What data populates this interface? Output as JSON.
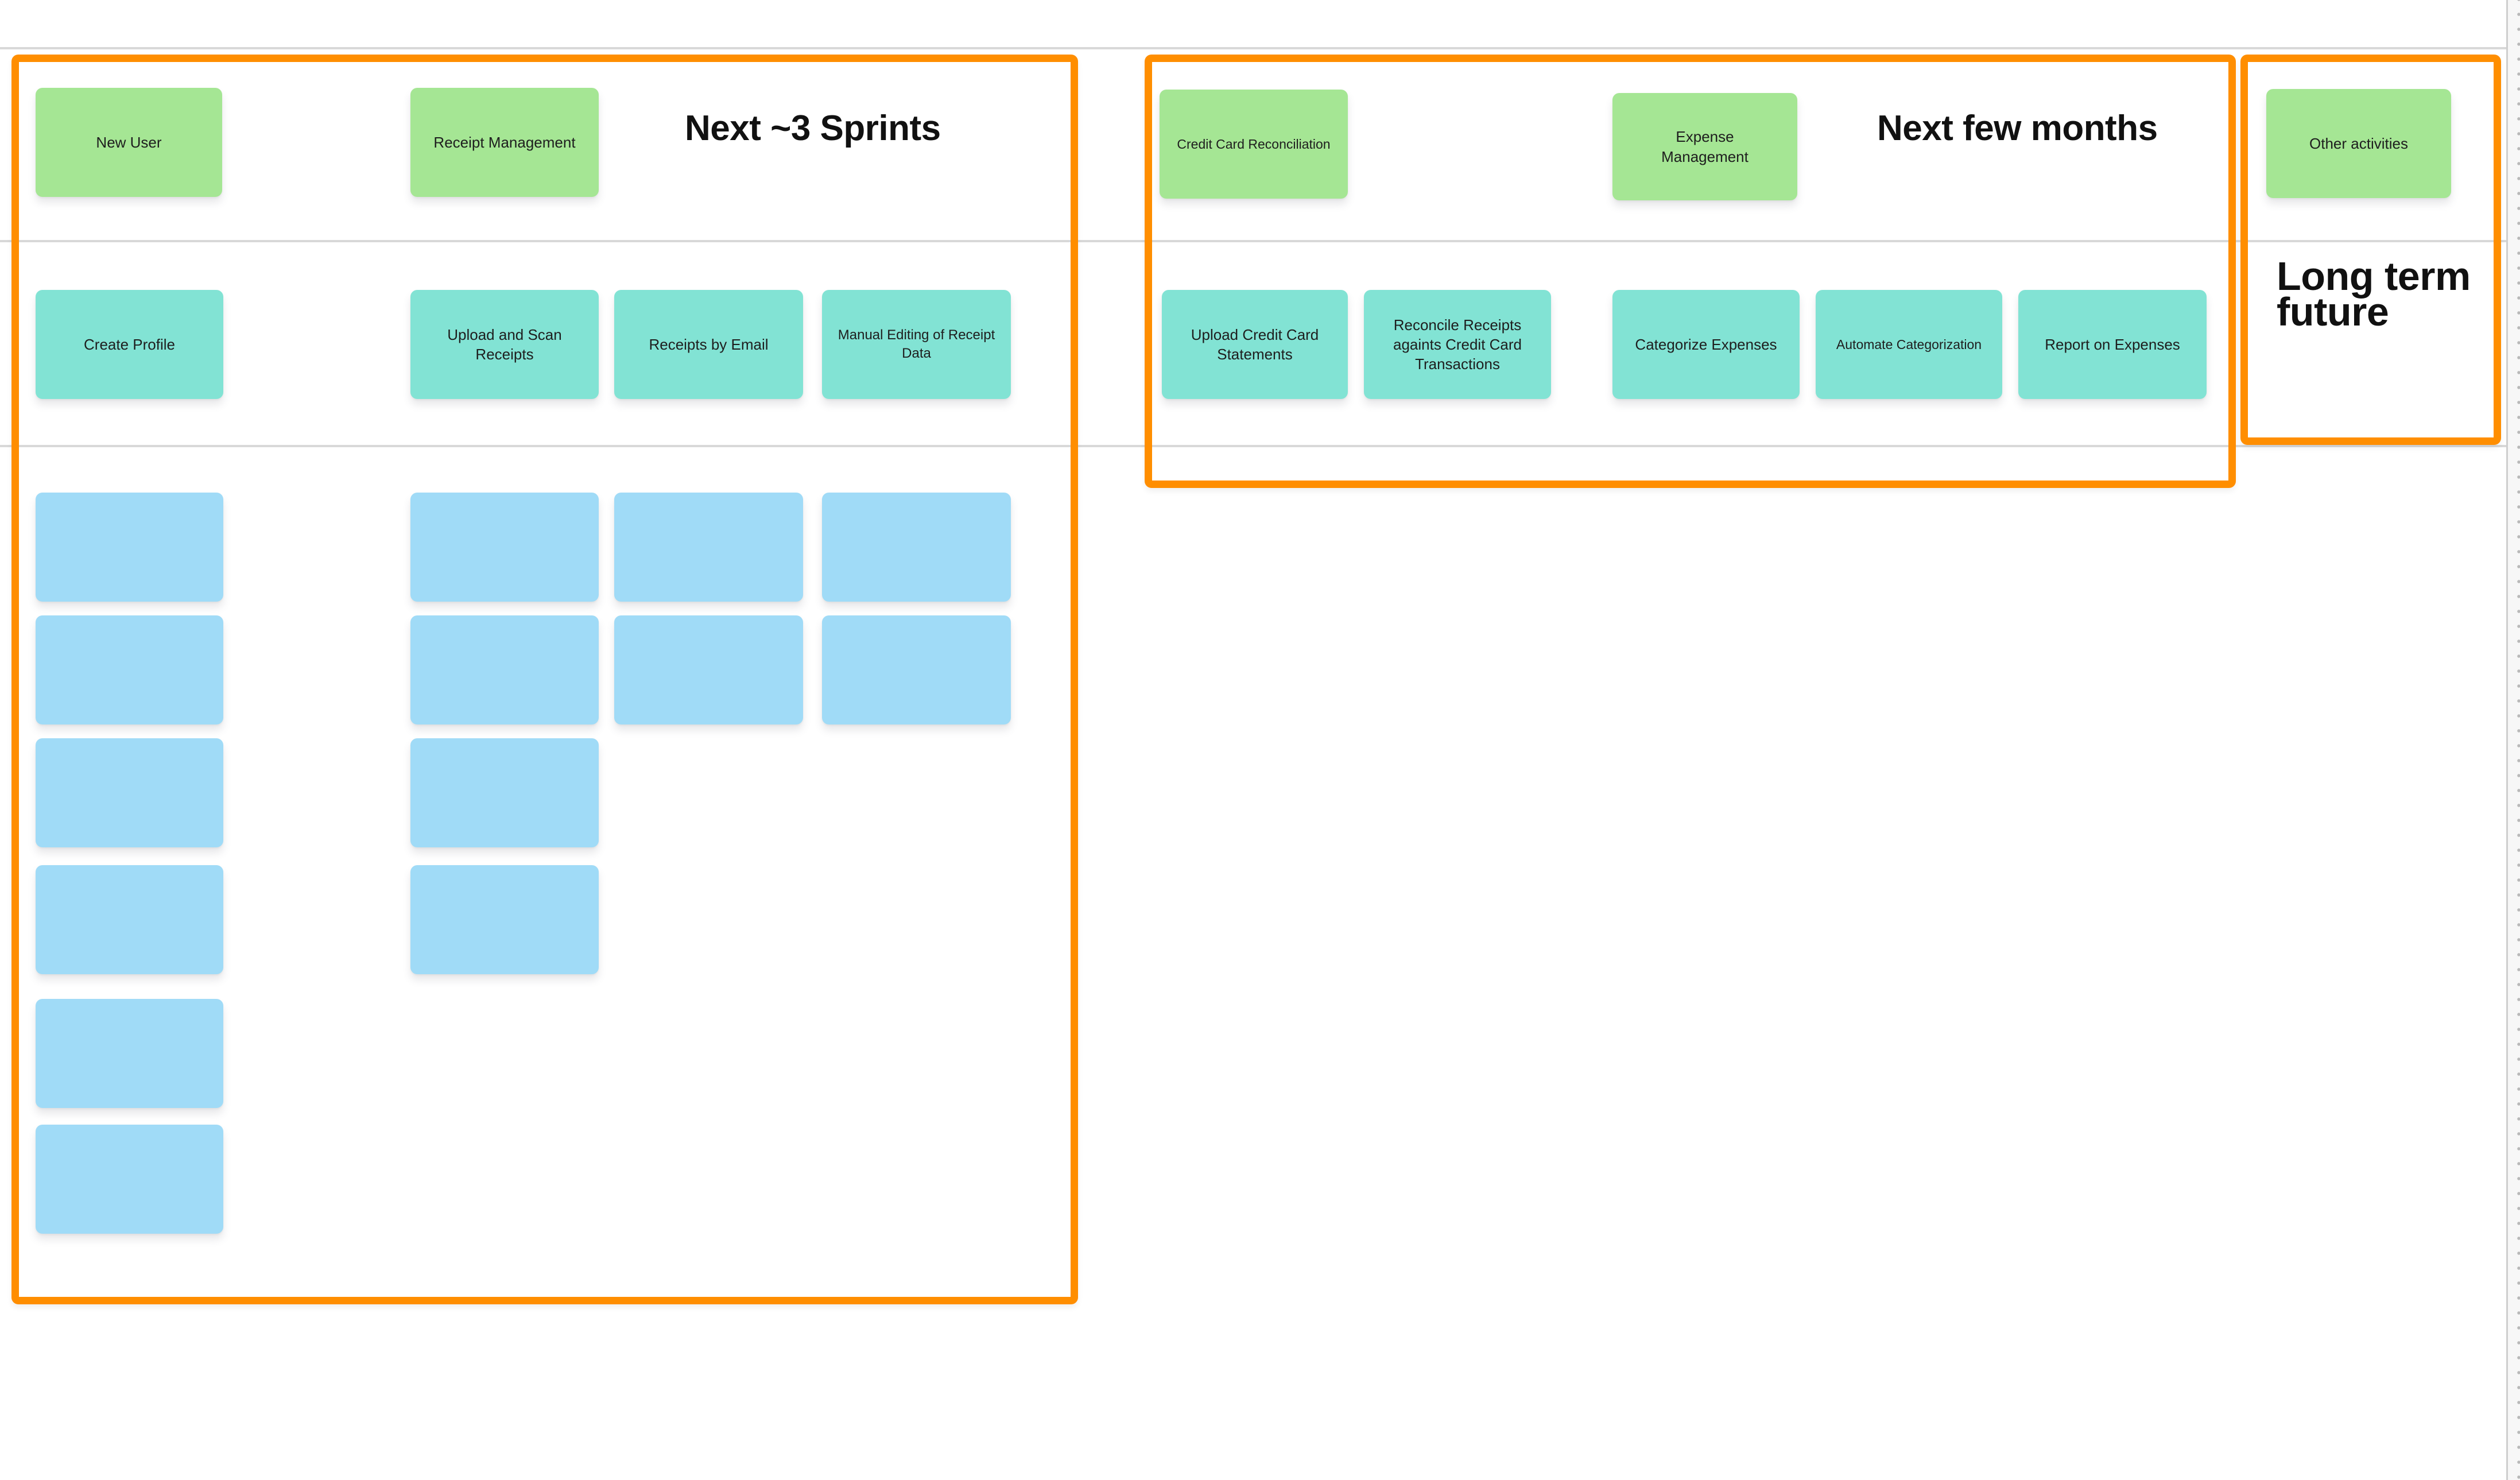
{
  "colors": {
    "activity_note": "#a5e694",
    "task_note": "#82e3d4",
    "story_note": "#a0dbf7",
    "section_border": "#ff8e00",
    "grid_line": "#d8d8d8",
    "header_text": "#111111",
    "note_text": "#1e1e1e"
  },
  "headers": {
    "sprints": "Next ~3 Sprints",
    "months": "Next few months",
    "long_term": "Long term\nfuture"
  },
  "activities": {
    "new_user": "New User",
    "receipt_management": "Receipt Management",
    "credit_card_reconciliation": "Credit Card Reconciliation",
    "expense_management": "Expense Management",
    "other_activities": "Other activities"
  },
  "tasks": {
    "create_profile": "Create Profile",
    "upload_and_scan_receipts": "Upload and Scan Receipts",
    "receipts_by_email": "Receipts by Email",
    "manual_editing_of_receipt_data": "Manual Editing of Receipt Data",
    "upload_credit_card_statements": "Upload Credit Card Statements",
    "reconcile_receipts": "Reconcile Receipts againts Credit Card Transactions",
    "categorize_expenses": "Categorize Expenses",
    "automate_categorization": "Automate Categorization",
    "report_on_expenses": "Report on Expenses"
  },
  "empty_story_note_count": 14
}
